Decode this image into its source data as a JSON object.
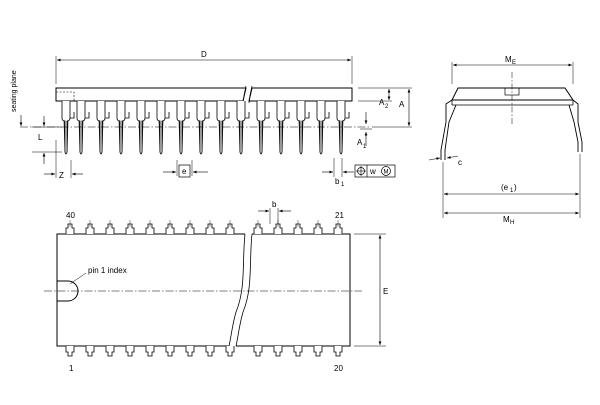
{
  "labels": {
    "seating_plane": "seating plane",
    "D": "D",
    "A": "A",
    "A2": "A",
    "A2_sub": "2",
    "A1": "A",
    "A1_sub": "1",
    "L": "L",
    "Z": "Z",
    "e": "e",
    "b1": "b",
    "b1_sub": "1",
    "tolerance_w": "w",
    "tolerance_M": "M",
    "ME": "M",
    "ME_sub": "E",
    "c": "c",
    "e1_open": "(e",
    "e1_sub": "1",
    "e1_close": ")",
    "MH": "M",
    "MH_sub": "H",
    "b": "b",
    "E": "E",
    "pin1_index": "pin 1 index",
    "pin_40": "40",
    "pin_21": "21",
    "pin_1": "1",
    "pin_20": "20"
  }
}
